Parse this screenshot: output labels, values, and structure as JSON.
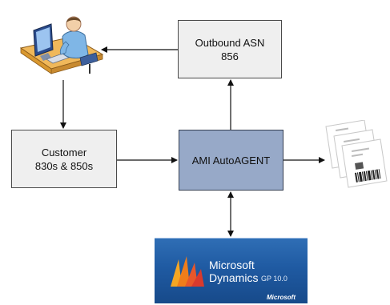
{
  "boxes": {
    "outbound": {
      "line1": "Outbound ASN",
      "line2": "856"
    },
    "customer": {
      "line1": "Customer",
      "line2": "830s & 850s"
    },
    "agent": {
      "label": "AMI AutoAGENT"
    }
  },
  "logo": {
    "line1": "Microsoft",
    "line2": "Dynamics",
    "version": "GP 10.0",
    "brand": "Microsoft"
  },
  "icons": {
    "user": "computer-user-icon",
    "labels": "shipping-labels-icon",
    "logo": "microsoft-dynamics-logo"
  },
  "colors": {
    "box_fill": "#efefef",
    "agent_fill": "#97a9c8",
    "logo_blue": "#1f5aa2"
  }
}
